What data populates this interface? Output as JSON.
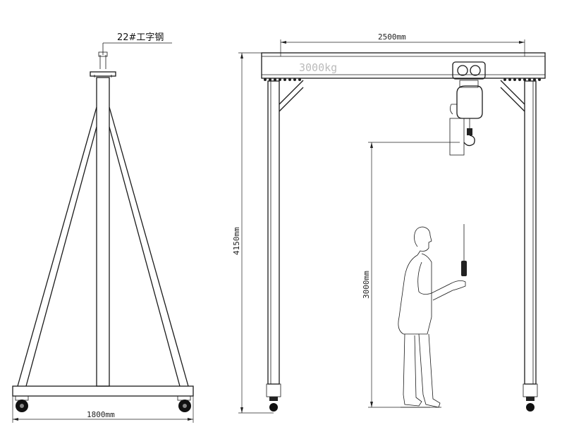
{
  "labels": {
    "beam_material": "22#工字钢",
    "capacity": "3000kg",
    "span": "2500mm",
    "total_height": "4150mm",
    "lift_height": "3000mm",
    "base_width": "1800mm"
  }
}
